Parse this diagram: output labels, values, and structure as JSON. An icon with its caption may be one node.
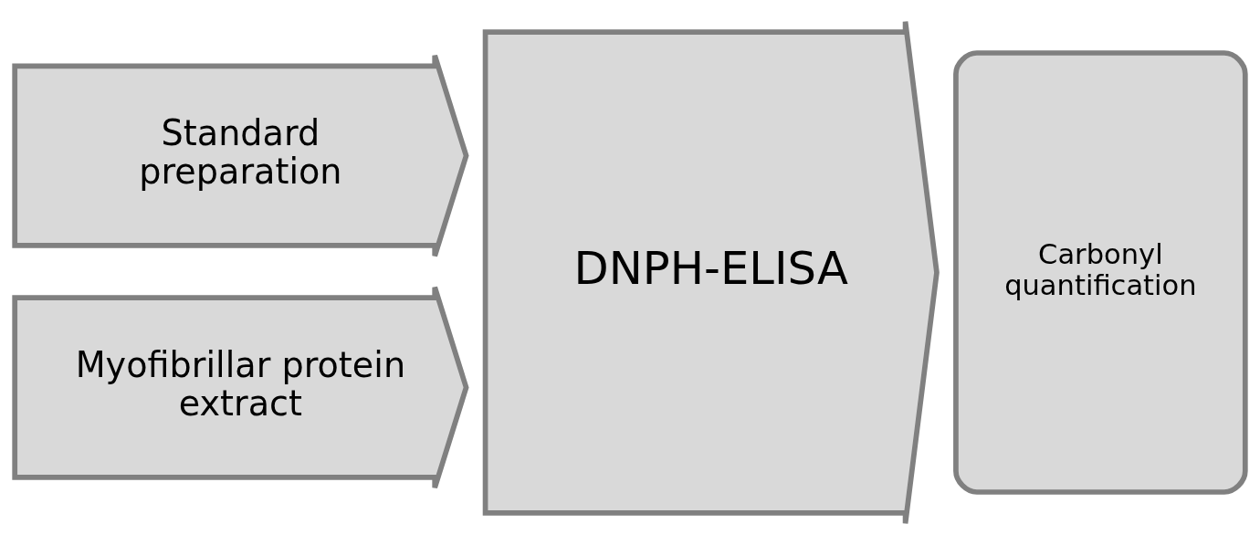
{
  "diagram": {
    "nodes": [
      {
        "text": [
          "Standard preparation"
        ]
      },
      {
        "text": [
          "Myofibrillar protein extract"
        ]
      },
      {
        "text": [
          "DNPH-ELISA"
        ]
      },
      {
        "text": [
          "Carbonyl quantification"
        ]
      }
    ]
  }
}
